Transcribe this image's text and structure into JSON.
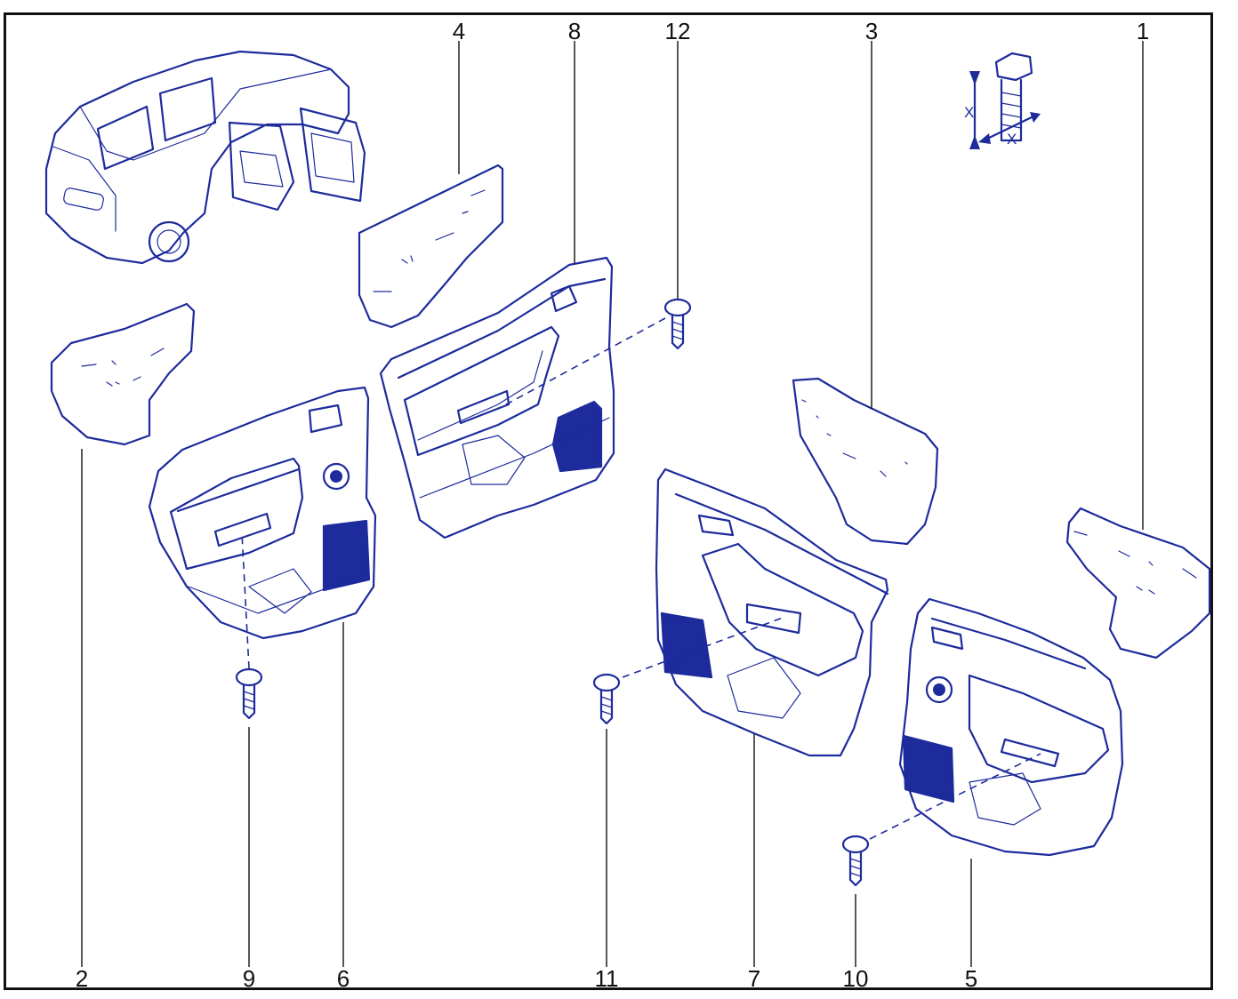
{
  "callouts": {
    "c1": "1",
    "c2": "2",
    "c3": "3",
    "c4": "4",
    "c5": "5",
    "c6": "6",
    "c7": "7",
    "c8": "8",
    "c9": "9",
    "c10": "10",
    "c11": "11",
    "c12": "12"
  },
  "torque_symbol": {
    "x_label_left": "X",
    "x_label_bottom": "X"
  },
  "colors": {
    "line": "#1d2b9c",
    "frame": "#111111"
  }
}
